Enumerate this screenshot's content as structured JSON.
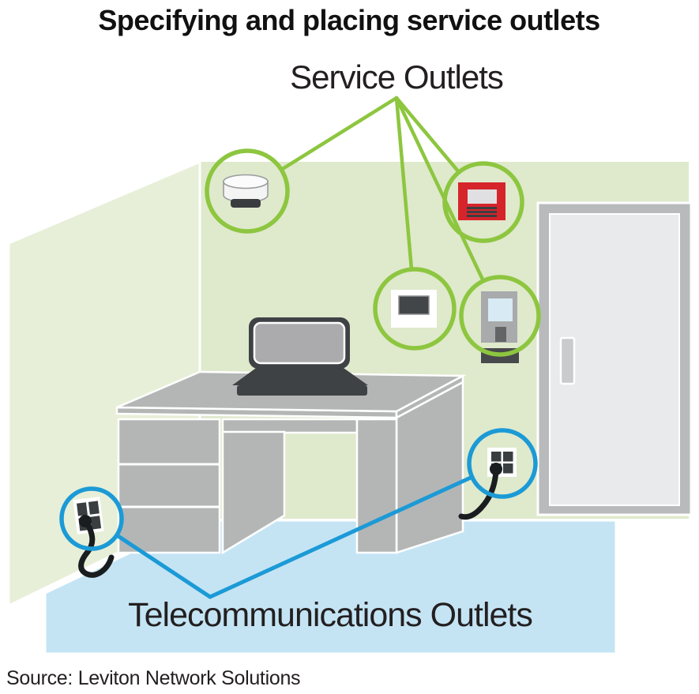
{
  "title": "Specifying and placing service outlets",
  "diagram": {
    "service_outlets_label": "Service Outlets",
    "telecom_outlets_label": "Telecommunications Outlets"
  },
  "source_note": "Source: Leviton Network Solutions",
  "icons": [
    "smoke-detector-icon",
    "fire-alarm-panel-icon",
    "thermostat-icon",
    "access-control-reader-icon",
    "telecom-outlet-left-icon",
    "telecom-outlet-right-icon",
    "door-icon",
    "desk-icon",
    "monitor-icon"
  ],
  "colors": {
    "callout_green": "#8dc63f",
    "callout_blue": "#1b9ad6",
    "back_wall": "#dfe9cc",
    "left_wall": "#e7efd8",
    "floor": "#c4e4f4",
    "desk_gray": "#b4b6b6",
    "device_dark": "#3f4245",
    "fire_alarm_red": "#d6242b",
    "door_panel": "#e9eaeb",
    "door_frame": "#b9babc",
    "text": "#231f20"
  }
}
